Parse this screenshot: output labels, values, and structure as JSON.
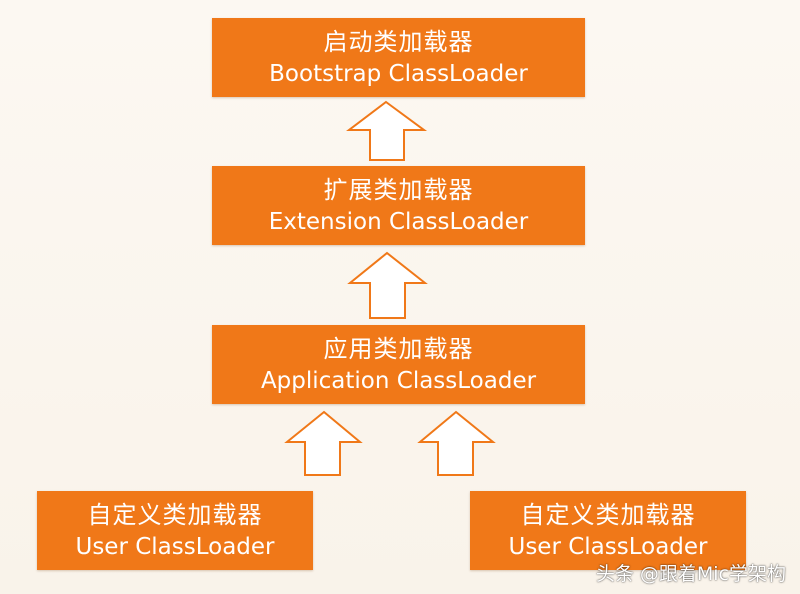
{
  "diagram": {
    "title": "ClassLoader hierarchy",
    "nodes": {
      "bootstrap": {
        "cn": "启动类加载器",
        "en": "Bootstrap ClassLoader"
      },
      "extension": {
        "cn": "扩展类加载器",
        "en": "Extension ClassLoader"
      },
      "application": {
        "cn": "应用类加载器",
        "en": "Application ClassLoader"
      },
      "user_left": {
        "cn": "自定义类加载器",
        "en": "User ClassLoader"
      },
      "user_right": {
        "cn": "自定义类加载器",
        "en": "User ClassLoader"
      }
    },
    "edges": [
      {
        "from": "extension",
        "to": "bootstrap"
      },
      {
        "from": "application",
        "to": "extension"
      },
      {
        "from": "user_left",
        "to": "application"
      },
      {
        "from": "user_right",
        "to": "application"
      }
    ]
  },
  "watermark": "头条 @跟着Mic学架构",
  "colors": {
    "box_fill": "#f07818",
    "box_text": "#ffffff",
    "arrow_fill": "#ffffff",
    "arrow_stroke": "#f07818",
    "background": "#fbf6ef"
  }
}
